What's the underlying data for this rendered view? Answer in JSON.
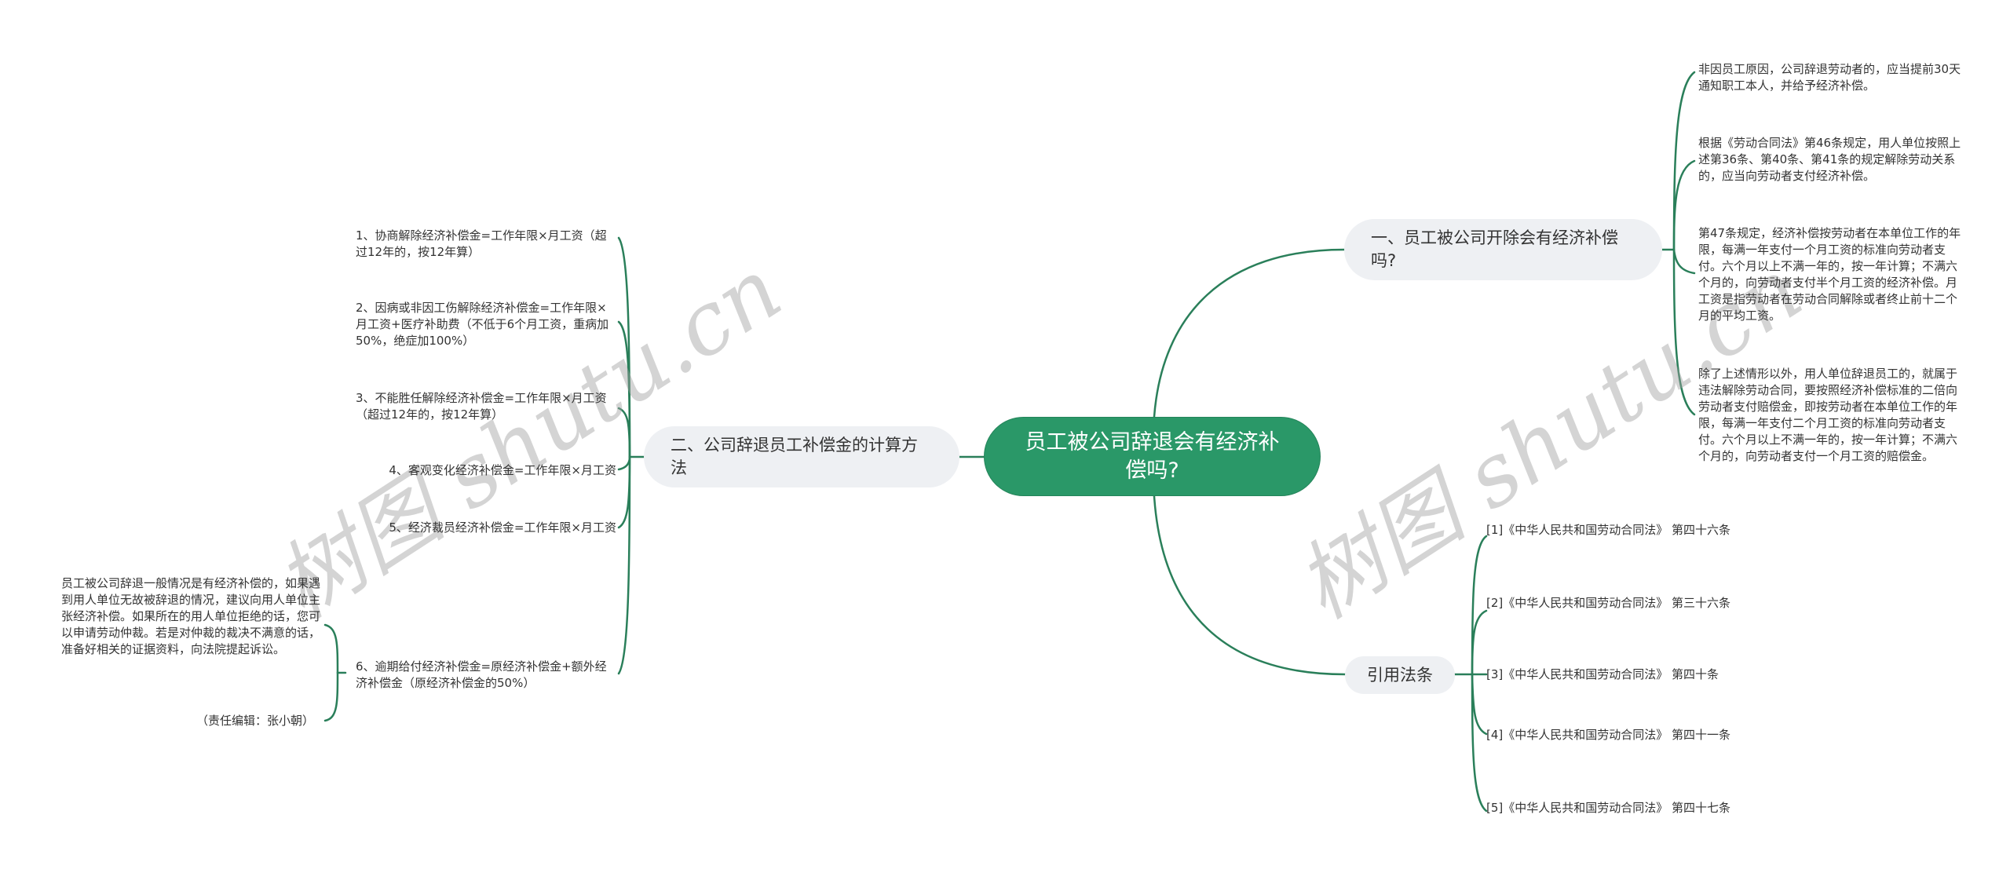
{
  "root": {
    "label": "员工被公司辞退会有经济补偿吗?"
  },
  "branches": {
    "right_top": {
      "label": "一、员工被公司开除会有经济补偿吗?",
      "children": [
        "非因员工原因，公司辞退劳动者的，应当提前30天通知职工本人，并给予经济补偿。",
        "根据《劳动合同法》第46条规定，用人单位按照上述第36条、第40条、第41条的规定解除劳动关系的，应当向劳动者支付经济补偿。",
        "第47条规定，经济补偿按劳动者在本单位工作的年限，每满一年支付一个月工资的标准向劳动者支付。六个月以上不满一年的，按一年计算；不满六个月的，向劳动者支付半个月工资的经济补偿。月工资是指劳动者在劳动合同解除或者终止前十二个月的平均工资。",
        "除了上述情形以外，用人单位辞退员工的，就属于违法解除劳动合同，要按照经济补偿标准的二倍向劳动者支付赔偿金，即按劳动者在本单位工作的年限，每满一年支付二个月工资的标准向劳动者支付。六个月以上不满一年的，按一年计算；不满六个月的，向劳动者支付一个月工资的赔偿金。"
      ]
    },
    "right_bottom": {
      "label": "引用法条",
      "children": [
        "[1]《中华人民共和国劳动合同法》 第四十六条",
        "[2]《中华人民共和国劳动合同法》 第三十六条",
        "[3]《中华人民共和国劳动合同法》 第四十条",
        "[4]《中华人民共和国劳动合同法》 第四十一条",
        "[5]《中华人民共和国劳动合同法》 第四十七条"
      ]
    },
    "left": {
      "label": "二、公司辞退员工补偿金的计算方法",
      "children": [
        "1、协商解除经济补偿金=工作年限×月工资（超过12年的，按12年算）",
        "2、因病或非因工伤解除经济补偿金=工作年限×月工资+医疗补助费（不低于6个月工资，重病加50%，绝症加100%）",
        "3、不能胜任解除经济补偿金=工作年限×月工资（超过12年的，按12年算）",
        "4、客观变化经济补偿金=工作年限×月工资",
        "5、经济裁员经济补偿金=工作年限×月工资",
        "6、逾期给付经济补偿金=原经济补偿金+额外经济补偿金（原经济补偿金的50%）"
      ],
      "sub_of_6": [
        "员工被公司辞退一般情况是有经济补偿的，如果遇到用人单位无故被辞退的情况，建议向用人单位主张经济补偿。如果所在的用人单位拒绝的话，您可以申请劳动仲裁。若是对仲裁的裁决不满意的话，准备好相关的证据资料，向法院提起诉讼。",
        "（责任编辑：张小朝）"
      ]
    }
  },
  "watermarks": [
    "树图 shutu.cn",
    "树图 shutu.cn"
  ],
  "colors": {
    "root_fill": "#2a9868",
    "line": "#2a7f5a",
    "branch_fill": "#eef0f3",
    "text": "#333333"
  }
}
